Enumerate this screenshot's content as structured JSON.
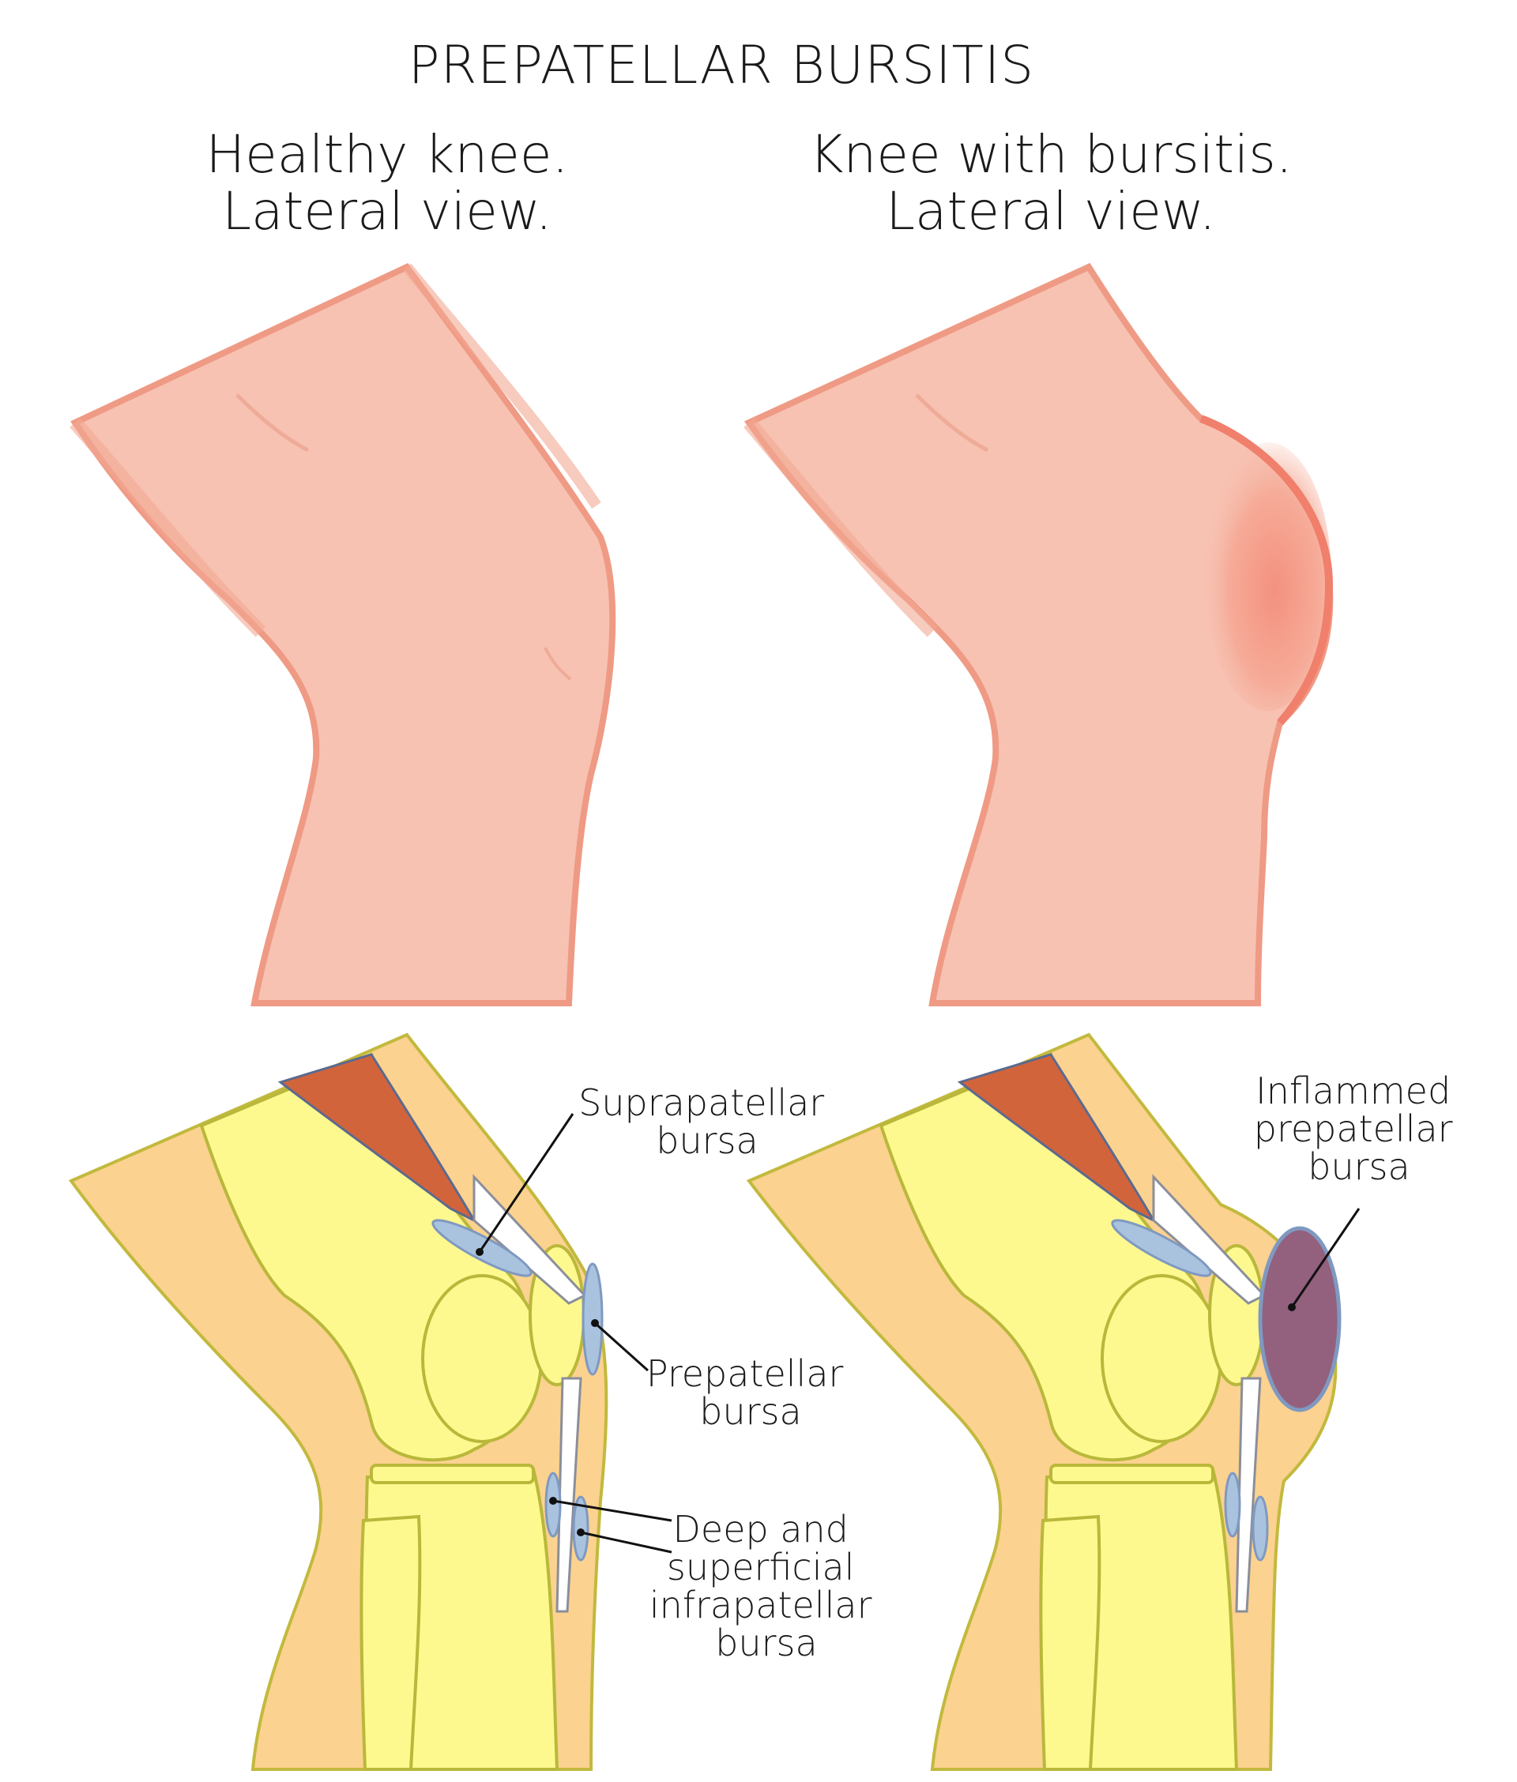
{
  "title": "PREPATELLAR BURSITIS",
  "panels": {
    "healthy": {
      "line1": "Healthy knee.",
      "line2": "Lateral view."
    },
    "bursitis": {
      "line1": "Knee with bursitis.",
      "line2": "Lateral view."
    }
  },
  "labels": {
    "suprapatellar": {
      "line1": "Suprapatellar",
      "line2": "bursa"
    },
    "prepatellar": {
      "line1": "Prepatellar",
      "line2": "bursa"
    },
    "infrapatellar": {
      "line1": "Deep and",
      "line2": "superficial",
      "line3": "infrapatellar",
      "line4": "bursa"
    },
    "inflamed": {
      "line1": "Inflammed",
      "line2": "prepatellar",
      "line3": "bursa"
    }
  },
  "colors": {
    "skin": "#f7c2b2",
    "skin_edge": "#ef9a84",
    "swelling": "#f28a78",
    "soft_tissue": "#fbd28f",
    "bone": "#fdf98f",
    "bone_outline": "#b9b83a",
    "muscle": "#d2643c",
    "bursa": "#a9c2de",
    "inflamed_bursa": "#93607e"
  }
}
